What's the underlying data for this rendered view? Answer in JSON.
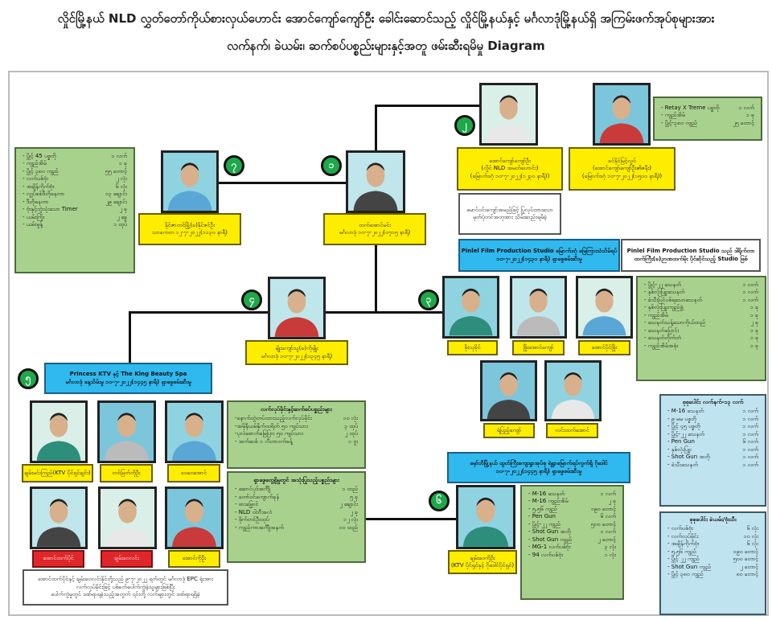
{
  "title": {
    "line1": "လှိုင်မြို့နယ် NLD လွှတ်တော်ကိုယ်စားလှယ်ဟောင်း အောင်ကျော်ကျော်ဦး ခေါင်းဆောင်သည့် လှိုင်မြို့နယ်နှင့် မင်္ဂလာဒုံမြို့နယ်ရှိ အကြမ်းဖက်အုပ်စုများအား",
    "line2": "လက်နက်၊ ခဲယမ်း၊ ဆက်စပ်ပစ္စည်းများနှင့်အတူ ဖမ်းဆီးရမိမှု Diagram"
  },
  "colors": {
    "yellow": "#ffed00",
    "green": "#a9d18e",
    "blue": "#2fb9ef",
    "light_blue": "#bfe3ef",
    "red": "#e0262a",
    "circle": "#1ea84a"
  },
  "badges": {
    "n1": "၁",
    "n2": "၂",
    "n3": "၃",
    "n4": "၄",
    "n5": "၅",
    "n6": "၆",
    "n7": "၇"
  },
  "person1": {
    "name": "ထက်အောင်မင်း",
    "detail": "မင်္ဂလာဒုံ ၁၀-၇-၂၀၂၂(၀၇၁၅ နာရီ)"
  },
  "person2": {
    "name": "အောင်ကျော်ကျော်ဦး",
    "role": "(လှိုင် NLD အမတ်ဟောင်း)",
    "detail": "(မြောက်ဒဂုံ ၁၀-၇-၂၀၂၂(၁၂၃၀ နာရီ))"
  },
  "person2_wife": {
    "name": "ခင်နိုင်မြင့်လွင်",
    "role": "(အောင်ကျော်ကျော်ဦး၏ဇနီး)",
    "detail": "(မြောက်ဒဂုံ ၁၀-၇-၂၀၂၂(၁၅၀၀ နာရီ))"
  },
  "person2_note": "မောင်ဝင်းကျော်အမည်ဖြင့် ပြုလုပ်ထားသော မှတ်ပုံတင်အတုအား သိမ်းဆည်းရမိခဲ့",
  "person2_items": [
    {
      "item": "- Retay X Treme ပစ္စတို",
      "qty": "၁ လက်"
    },
    {
      "item": "- ကျည်အိမ်",
      "qty": "၁ ခု"
    },
    {
      "item": "- ပွိုင့်-၃၈၀ ကျည်",
      "qty": "၂၅ တောင့်"
    }
  ],
  "person3": {
    "location": "Pinlel Film Production Studio မြောက်ဒဂုံ မြေကြားသံသိမ်ရပ်",
    "detail": "၁၀-၇-၂၀၂၂(၁၄၃၀ နာရီ) ရှာဖွေဖမ်းဆီးမှု",
    "note": "Pinlel Film Production Studio သည် ဒါရိုက်တာ ထက်ကြီး(ခ)ဉာဏထက်မိုး ပိုင်ဆိုင်သည့် Studio ဖြစ်",
    "members": [
      "ဖိုးသုခိုင်",
      "ဖြိုးအောင်ကျော်",
      "အောင်ပိုင်ဖြိုး",
      "ရဲပြည့်ကျော်",
      "လင်းထက်အောင်"
    ],
    "items": [
      {
        "item": "- ပွိုင့်-၂၂ သေနတ်",
        "qty": "၁ လက်"
      },
      {
        "item": "- နှစ်လုံးပြူးသေနတ်",
        "qty": "၁ လက်"
      },
      {
        "item": "- ခဲသီးပြင်ပစ်ရသောသေနတ်",
        "qty": "၁ လက်"
      },
      {
        "item": "- နှစ်လုံးပြူးကျည်ဖွဲ့",
        "qty": "၁ ခု"
      },
      {
        "item": "- ကျည်အိမ်",
        "qty": "၁ ခု"
      },
      {
        "item": "- သေနတ်သန့်သောကိုယ်ထည်",
        "qty": "၂ ခု"
      },
      {
        "item": "- သေနတ်ပြောင်း",
        "qty": "၁ ခု"
      },
      {
        "item": "- သေနတ်တိုက်တံ",
        "qty": "၁ ခု"
      },
      {
        "item": "- ကျည်အိမ်အဖုံး",
        "qty": "၁ ခု"
      }
    ]
  },
  "person4": {
    "name": "မျိုးကျော်သူ(ခ)ကိုမျိုး",
    "detail": "မင်္ဂလာဒုံ ၁၀-၇-၂၀၂၂(၁၃၄၅ နာရီ)"
  },
  "person5": {
    "location": "Princess KTV နှင့် The King Beauty Spa",
    "detail": "မင်္ဂလာဒုံ နေ့သိမ်းမှု ၁၀-၇-၂၀၂၂(၁၄၄၅ နာရီ) ရှာဖွေဖမ်းဆီးမှု",
    "members": [
      "ချမ်းမင်းကြည်(KTV ပိုင်ရှင်ချင်း)",
      "တင်မြတ်ကိုဦး",
      "ဝေဝေအောင်",
      "အောင်ထက်ပိုင်",
      "ချမ်းဝေလင်း",
      "အောင်ကိုဦး"
    ],
    "note": [
      "အောင်ထက်ပိုင်နှင့် ချမ်းဝေလင်းနိုင်တို့သည် ၉-၇-၂၀၂၂ ရက်တွင် မင်္ဂလာဒုံ EPC ရုံးအား",
      "လက်လုပ်မိုင်းဖြင့် ပစ်ခတ်ပေါက်ကွဲခဲ့သူများဖြစ်ပြီး",
      "ပေါက်ကွဲမှုတွင် ဒဏ်ရာရခဲ့သည့်အတွက် ၎င်းတို့ လက်များတွင် ဒဏ်ရာရရှိခဲ့"
    ],
    "mines_title": "လက်လုပ်မိုင်းနှင့်ဆက်စပ်ပစ္စည်းများ",
    "mines": [
      {
        "item": "-နောက်တွဲတပ်ထားသည့်လက်လုပ်မိုင်း",
        "qty": "၁၀ လုံး"
      },
      {
        "item": "-အမိုနီယမ်နိုက်ထရိတ် ၅၀ ကျပ်သား",
        "qty": "၃ ထုပ်"
      },
      {
        "item": "-ပုလဲစောတ်မြေပြား ၅၀ ကျပ်သား",
        "qty": "၂ ထုပ်"
      },
      {
        "item": "- အက်ဆစ် ၁ လီတာဝက်ခန့်",
        "qty": "၁ ဗူး"
      }
    ],
    "gear_title": "ရှာဖွေတွေ့ရှိမှုတွင် အသုံးပြုသည့်ပစ္စည်းများ",
    "gear": [
      {
        "item": "- ဆောင်ပုဒ်အင်္ကျီ",
        "qty": "၁ ထည်"
      },
      {
        "item": "- တော်ဝင်ကျောက်ခုန်",
        "qty": "၅ ခု"
      },
      {
        "item": "- ဓားမြှောင်",
        "qty": "၂ ချောင်း"
      },
      {
        "item": "- NLD ဝါဘီအလံ",
        "qty": "၂ ခု"
      },
      {
        "item": "- ဖိုက်တင်ဦးထုပ်",
        "qty": "၁၂ လုံး"
      },
      {
        "item": "- ကျည်ကာအင်္ကျီအနက်",
        "qty": "၁၀ ထည်"
      }
    ]
  },
  "person6": {
    "location": "မှော်ဘီမြို့နယ် ထွတ်ကြီးကျေးရွာအုပ်စု ရဲရွာမြောက်ရပ်ကွက်ရှိ ဂိုဒေါင်",
    "detail": "၁၀-၇-၂၀၂၂(၁၄၄၅ နာရီ) ရှာဖွေဖမ်းဆီးမှု",
    "name": "ချမ်းဝေကိုဦး",
    "role": "(KTV ပိုင်ရှင်နှင့် ဂိုဒေါင်ပိုင်ရှင်)",
    "items": [
      {
        "item": "- M-16 သေနတ်",
        "qty": "၁ လက်"
      },
      {
        "item": "- M-16 ကျည်အိမ်",
        "qty": "၂ ခု"
      },
      {
        "item": "- ၅.၅၆ ကျည်",
        "qty": "၁၉၀ တောင့်"
      },
      {
        "item": "- Pen Gun",
        "qty": "၆ လက်"
      },
      {
        "item": "- ပွိုင့်-၂၂ ကျည်",
        "qty": "၅၀၀ တောင့်"
      },
      {
        "item": "- Shot Gun အတို",
        "qty": "၁ လက်"
      },
      {
        "item": "- Shot Gun ကျည်",
        "qty": "၂ တောင့်"
      },
      {
        "item": "- MG-1 လက်ပစ်ဗုံး",
        "qty": "၃ လုံး"
      },
      {
        "item": "- 94 လက်ပစ်ဗုံး",
        "qty": "၁ လုံး"
      }
    ]
  },
  "person7": {
    "name": "နိုင်ဇာတင်မြို့(ခ)နိုင်ဇင်ဦး",
    "detail": "သာကေတ ၁၂-၇-၂၀၂၂(၁၁၃၀ နာရီ)",
    "items": [
      {
        "item": "- ပွိုင့် 45 ပစ္စတို",
        "qty": "၁ လက်"
      },
      {
        "item": "- ကျည်အိမ်",
        "qty": "၁ ခု"
      },
      {
        "item": "- ပွိုင့် ၃၈၀ ကျည်",
        "qty": "၅၅ တောင့်"
      },
      {
        "item": "- လက်ပစ်ဗုံး",
        "qty": "၂ လုံး"
      },
      {
        "item": "- အချိန်ကိုက်ဗုံး",
        "qty": "၆ လုံး"
      },
      {
        "item": "- လျှပ်စစ်ဒီတိုနေတာ",
        "qty": "၁၃ ချောင်း"
      },
      {
        "item": "- ဒီတိုနေတာ",
        "qty": "၂၉ ချောင်း"
      },
      {
        "item": "- ဗုံးနှင့်တွဲသုံးသော Timer",
        "qty": "၂ ခု"
      },
      {
        "item": "- ယမ်းကြိုး",
        "qty": "၂ ခွေ"
      },
      {
        "item": "- ယမ်းမှုန့်",
        "qty": "၁ ထုပ်"
      }
    ]
  },
  "totals_weapons": {
    "title": "စုစုပေါင်း လက်နက်-၁၃ လက်",
    "items": [
      {
        "item": "- M-16 သေနတ်",
        "qty": "၁ လက်"
      },
      {
        "item": "- ၉ မမ ပစ္စတို",
        "qty": "၁ လက်"
      },
      {
        "item": "- ပွိုင့် ၄၅ ပစ္စတို",
        "qty": "၁ လက်"
      },
      {
        "item": "- ပွိုင့်-၂၂ သေနတ်",
        "qty": "၁ လက်"
      },
      {
        "item": "- Pen Gun",
        "qty": "၆ လက်"
      },
      {
        "item": "- နှစ်လုံးပြူး",
        "qty": "၁ လက်"
      },
      {
        "item": "- Shot Gun အတို",
        "qty": "၁ လက်"
      },
      {
        "item": "- ခဲသီးသေနတ်",
        "qty": "၁ လက်"
      }
    ]
  },
  "totals_ammo": {
    "title": "စုစုပေါင်း ခဲယမ်း/ဗုံးသီး",
    "items": [
      {
        "item": "- လက်ပစ်ဗုံး",
        "qty": "၆ လုံး"
      },
      {
        "item": "- လက်လုပ်မိုင်း",
        "qty": "၁၀ လုံး"
      },
      {
        "item": "- အချိန်ကိုက်ဗုံး",
        "qty": "၆ လုံး"
      },
      {
        "item": "- ၅.၅၆ ကျည်",
        "qty": "၁၉၀ တောင့်"
      },
      {
        "item": "- ပွိုင့် ၂၂ ကျည်",
        "qty": "၅၀၀ တောင့်"
      },
      {
        "item": "- Shot Gun ကျည်",
        "qty": "၂ တောင့်"
      },
      {
        "item": "- ပွိုင့် ၃၈၀ ကျည်",
        "qty": "၈၀ တောင့်"
      }
    ]
  }
}
